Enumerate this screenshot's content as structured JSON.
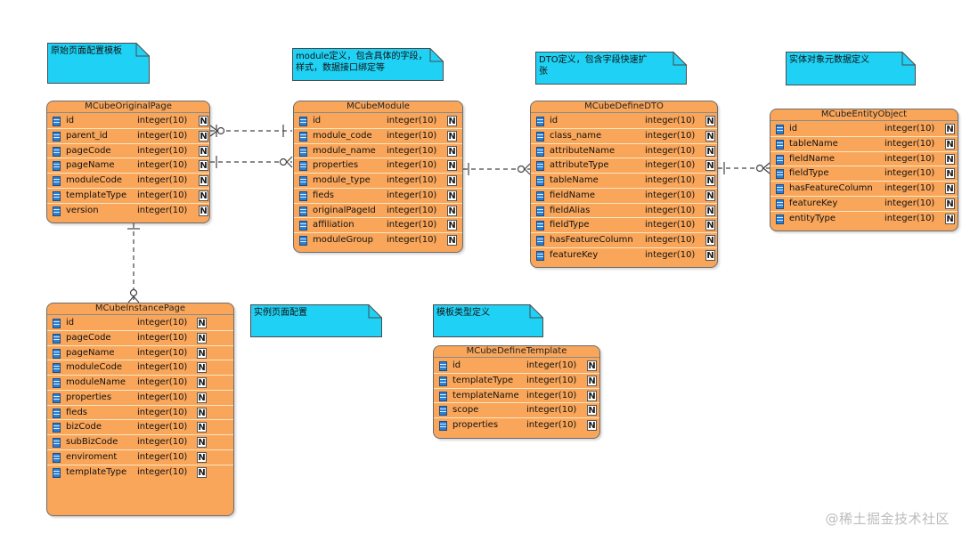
{
  "notes": {
    "original_page": "原始页面配置模板",
    "module": "module定义，包含具体的字段，样式，数据接口绑定等",
    "dto": "DTO定义，包含字段快速扩张",
    "entity_object": "实体对象元数据定义",
    "instance_page": "实例页面配置",
    "template_type": "模板类型定义"
  },
  "entities": {
    "original_page": {
      "title": "MCubeOriginalPage",
      "fields": [
        {
          "name": "id",
          "type": "integer(10)",
          "null": "N"
        },
        {
          "name": "parent_id",
          "type": "integer(10)",
          "null": "N"
        },
        {
          "name": "pageCode",
          "type": "integer(10)",
          "null": "N"
        },
        {
          "name": "pageName",
          "type": "integer(10)",
          "null": "N"
        },
        {
          "name": "moduleCode",
          "type": "integer(10)",
          "null": "N"
        },
        {
          "name": "templateType",
          "type": "integer(10)",
          "null": "N"
        },
        {
          "name": "version",
          "type": "integer(10)",
          "null": "N"
        }
      ]
    },
    "module": {
      "title": "MCubeModule",
      "fields": [
        {
          "name": "id",
          "type": "integer(10)",
          "null": "N"
        },
        {
          "name": "module_code",
          "type": "integer(10)",
          "null": "N"
        },
        {
          "name": "module_name",
          "type": "integer(10)",
          "null": "N"
        },
        {
          "name": "properties",
          "type": "integer(10)",
          "null": "N"
        },
        {
          "name": "module_type",
          "type": "integer(10)",
          "null": "N"
        },
        {
          "name": "fieds",
          "type": "integer(10)",
          "null": "N"
        },
        {
          "name": "originalPageId",
          "type": "integer(10)",
          "null": "N"
        },
        {
          "name": "affiliation",
          "type": "integer(10)",
          "null": "N"
        },
        {
          "name": "moduleGroup",
          "type": "integer(10)",
          "null": "N"
        }
      ]
    },
    "define_dto": {
      "title": "MCubeDefineDTO",
      "fields": [
        {
          "name": "id",
          "type": "integer(10)",
          "null": "N"
        },
        {
          "name": "class_name",
          "type": "integer(10)",
          "null": "N"
        },
        {
          "name": "attributeName",
          "type": "integer(10)",
          "null": "N"
        },
        {
          "name": "attributeType",
          "type": "integer(10)",
          "null": "N"
        },
        {
          "name": "tableName",
          "type": "integer(10)",
          "null": "N"
        },
        {
          "name": "fieldName",
          "type": "integer(10)",
          "null": "N"
        },
        {
          "name": "fieldAlias",
          "type": "integer(10)",
          "null": "N"
        },
        {
          "name": "fieldType",
          "type": "integer(10)",
          "null": "N"
        },
        {
          "name": "hasFeatureColumn",
          "type": "integer(10)",
          "null": "N"
        },
        {
          "name": "featureKey",
          "type": "integer(10)",
          "null": "N"
        }
      ]
    },
    "entity_object": {
      "title": "MCubeEntityObject",
      "fields": [
        {
          "name": "id",
          "type": "integer(10)",
          "null": "N"
        },
        {
          "name": "tableName",
          "type": "integer(10)",
          "null": "N"
        },
        {
          "name": "fieldName",
          "type": "integer(10)",
          "null": "N"
        },
        {
          "name": "fieldType",
          "type": "integer(10)",
          "null": "N"
        },
        {
          "name": "hasFeatureColumn",
          "type": "integer(10)",
          "null": "N"
        },
        {
          "name": "featureKey",
          "type": "integer(10)",
          "null": "N"
        },
        {
          "name": "entityType",
          "type": "integer(10)",
          "null": "N"
        }
      ]
    },
    "instance_page": {
      "title": "MCubeInstancePage",
      "fields": [
        {
          "name": "id",
          "type": "integer(10)",
          "null": "N"
        },
        {
          "name": "pageCode",
          "type": "integer(10)",
          "null": "N"
        },
        {
          "name": "pageName",
          "type": "integer(10)",
          "null": "N"
        },
        {
          "name": "moduleCode",
          "type": "integer(10)",
          "null": "N"
        },
        {
          "name": "moduleName",
          "type": "integer(10)",
          "null": "N"
        },
        {
          "name": "properties",
          "type": "integer(10)",
          "null": "N"
        },
        {
          "name": "fieds",
          "type": "integer(10)",
          "null": "N"
        },
        {
          "name": "bizCode",
          "type": "integer(10)",
          "null": "N"
        },
        {
          "name": "subBizCode",
          "type": "integer(10)",
          "null": "N"
        },
        {
          "name": "enviroment",
          "type": "integer(10)",
          "null": "N"
        },
        {
          "name": "templateType",
          "type": "integer(10)",
          "null": "N"
        }
      ]
    },
    "define_template": {
      "title": "MCubeDefineTemplate",
      "fields": [
        {
          "name": "id",
          "type": "integer(10)",
          "null": "N"
        },
        {
          "name": "templateType",
          "type": "integer(10)",
          "null": "N"
        },
        {
          "name": "templateName",
          "type": "integer(10)",
          "null": "N"
        },
        {
          "name": "scope",
          "type": "integer(10)",
          "null": "N"
        },
        {
          "name": "properties",
          "type": "integer(10)",
          "null": "N"
        }
      ]
    }
  },
  "watermark": "@稀土掘金技术社区",
  "colors": {
    "entity_fill": "#f9a65a",
    "note_fill": "#1fd2f5",
    "field_icon": "#2c7fd1"
  }
}
